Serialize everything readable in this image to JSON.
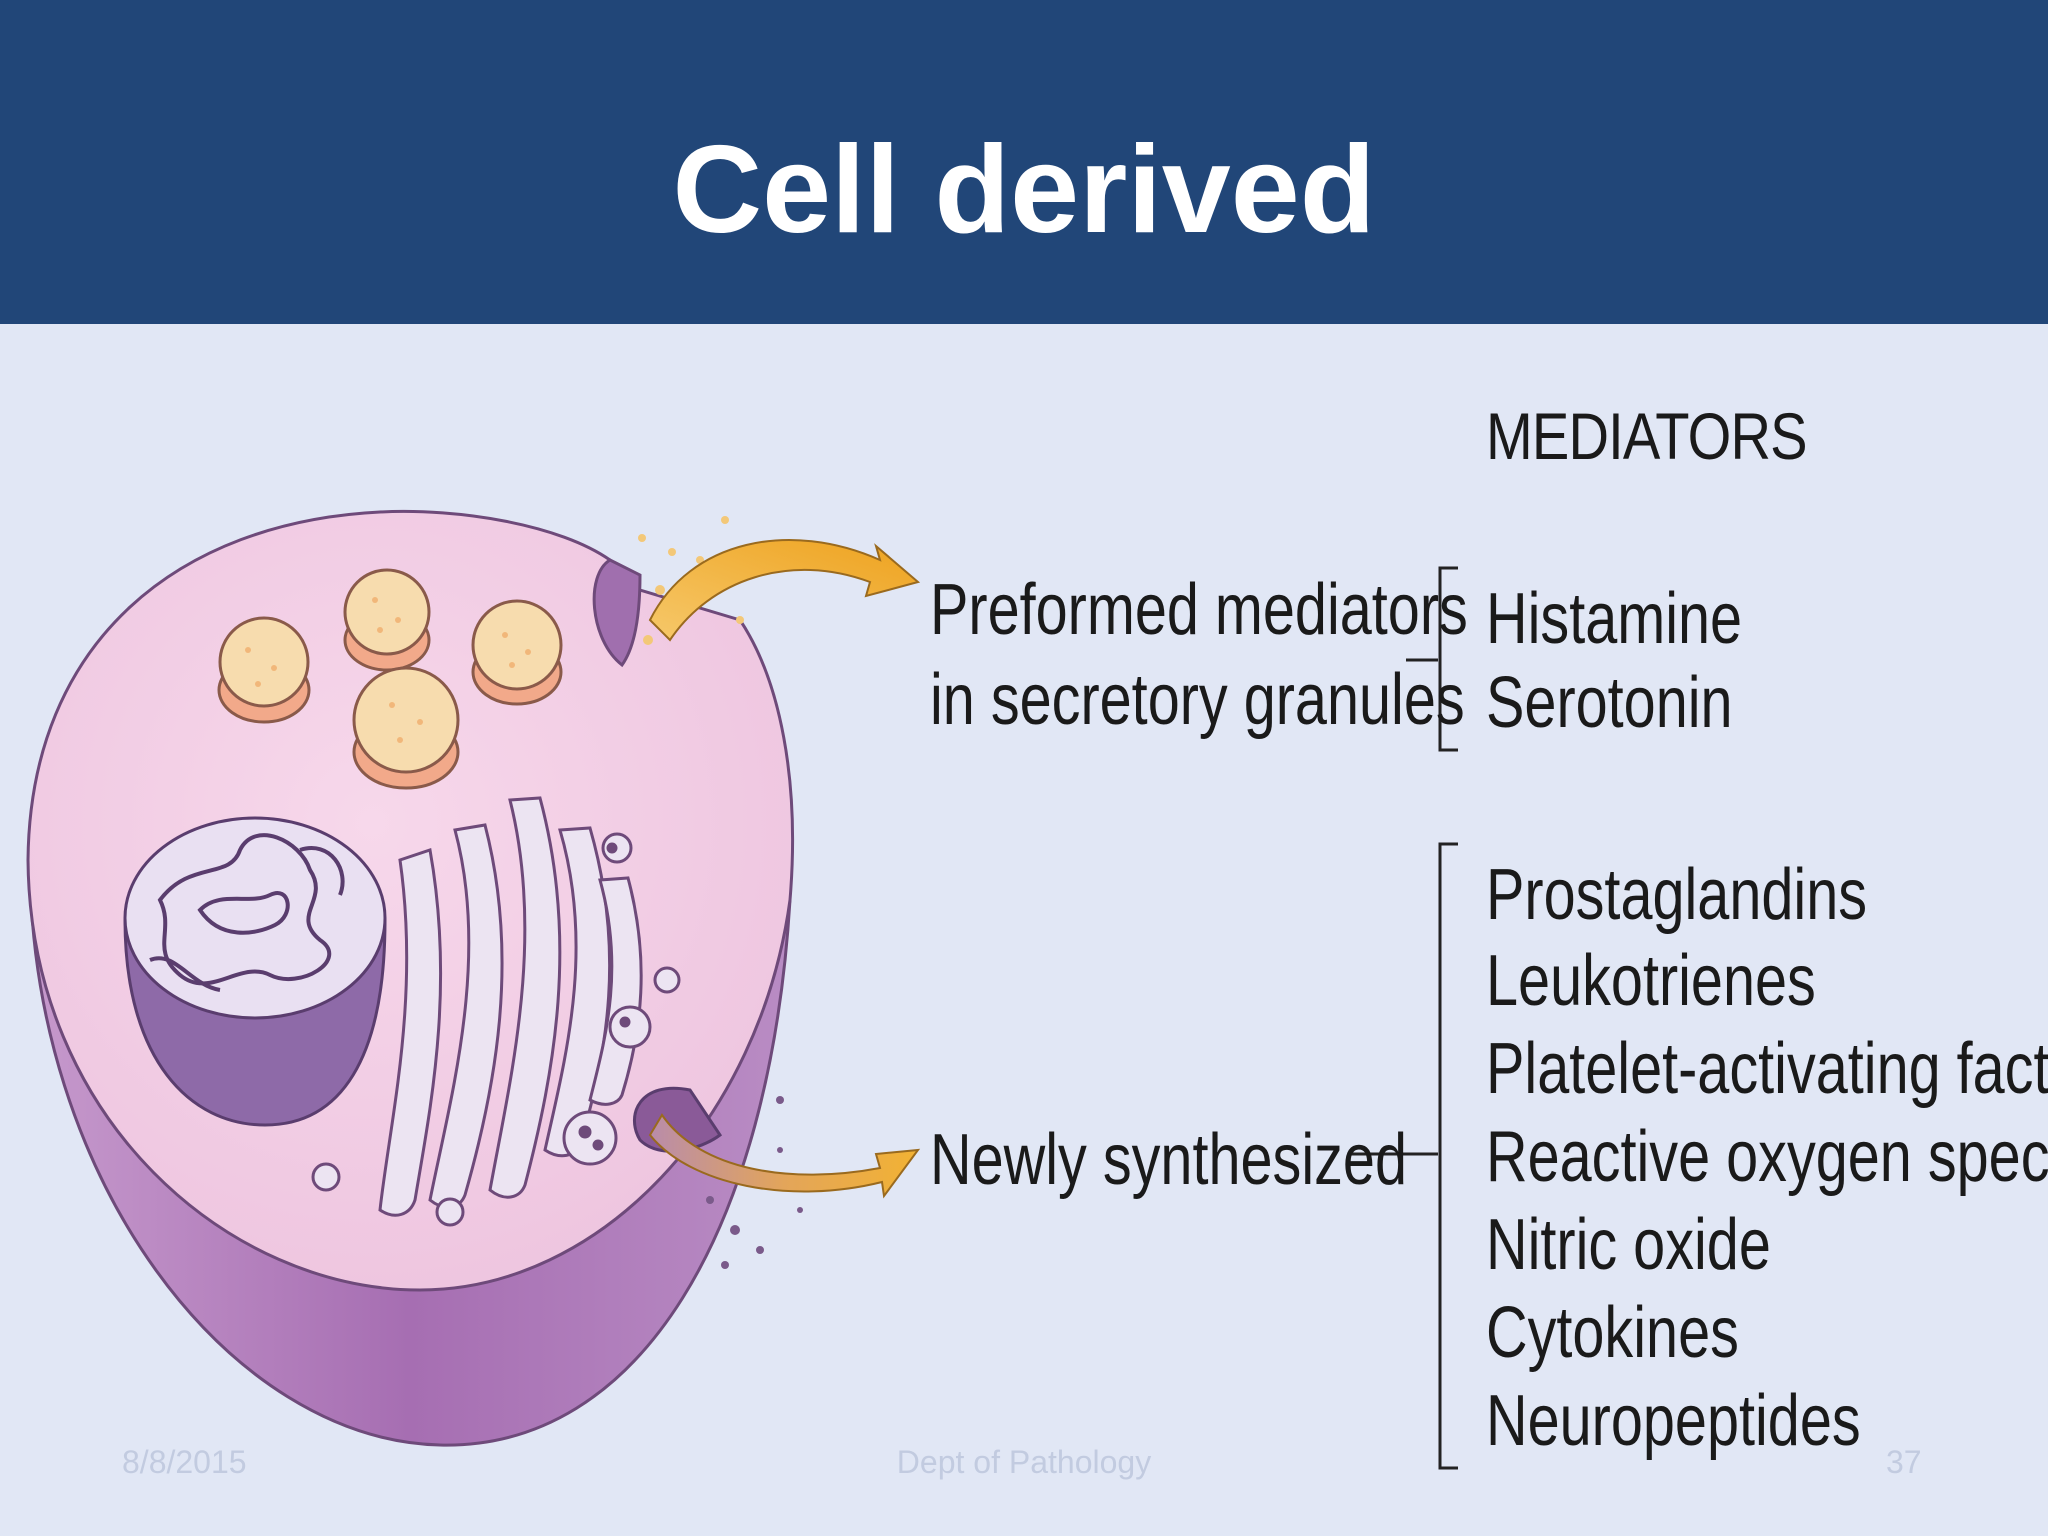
{
  "slide": {
    "title": "Cell derived"
  },
  "diagram": {
    "heading": "MEDIATORS",
    "preformed": {
      "label_line1": "Preformed mediators",
      "label_line2": "in secretory granules",
      "items": [
        "Histamine",
        "Serotonin"
      ]
    },
    "newly": {
      "label": "Newly synthesized",
      "items": [
        "Prostaglandins",
        "Leukotrienes",
        "Platelet-activating factor",
        "Reactive oxygen species",
        "Nitric oxide",
        "Cytokines",
        "Neuropeptides"
      ]
    },
    "colors": {
      "cell_top": "#f2cde3",
      "cell_side": "#b07ab8",
      "granule": "#f7dcae",
      "arrow": "#f2b233",
      "nucleus": "#e9e0f2"
    }
  },
  "footer": {
    "date": "8/8/2015",
    "department": "Dept of Pathology",
    "page": "37"
  }
}
